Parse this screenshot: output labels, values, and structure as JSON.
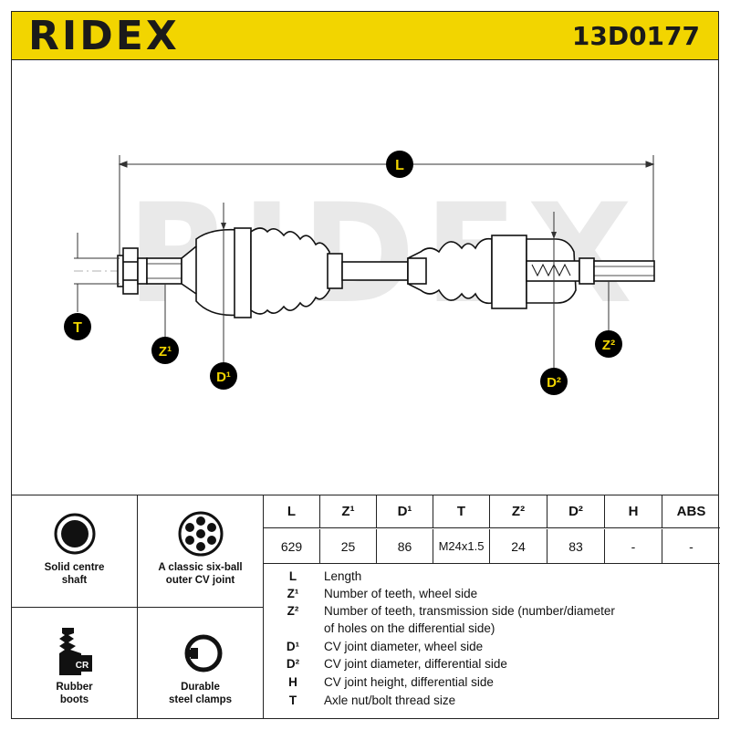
{
  "header": {
    "brand": "RIDEX",
    "part_number": "13D0177"
  },
  "diagram": {
    "watermark": "RIDEX",
    "callouts": {
      "L": "L",
      "T": "T",
      "Z1": "Z¹",
      "D1": "D¹",
      "D2": "D²",
      "Z2": "Z²"
    },
    "colors": {
      "callout_fill": "#000000",
      "callout_text": "#f2d500",
      "header_bg": "#f2d500",
      "line": "#111111"
    }
  },
  "features": [
    {
      "icon": "solid-circle-icon",
      "line1": "Solid centre",
      "line2": "shaft"
    },
    {
      "icon": "six-ball-joint-icon",
      "line1": "A classic six-ball",
      "line2": "outer CV joint"
    },
    {
      "icon": "rubber-boot-icon",
      "line1": "Rubber",
      "line2": "boots",
      "icon_text": "CR"
    },
    {
      "icon": "steel-clamp-icon",
      "line1": "Durable",
      "line2": "steel clamps"
    }
  ],
  "spec_table": {
    "headers": [
      "L",
      "Z¹",
      "D¹",
      "T",
      "Z²",
      "D²",
      "H",
      "ABS"
    ],
    "values": [
      "629",
      "25",
      "86",
      "M24x1.5",
      "24",
      "83",
      "-",
      "-"
    ]
  },
  "legend": [
    {
      "symbol": "L",
      "text": "Length"
    },
    {
      "symbol": "Z¹",
      "text": "Number of teeth, wheel side"
    },
    {
      "symbol": "Z²",
      "text": "Number of teeth, transmission side (number/diameter"
    },
    {
      "symbol": "",
      "text": "of holes on the differential side)"
    },
    {
      "symbol": "D¹",
      "text": "CV joint diameter, wheel side"
    },
    {
      "symbol": "D²",
      "text": "CV joint diameter, differential side"
    },
    {
      "symbol": "H",
      "text": "CV joint height, differential side"
    },
    {
      "symbol": "T",
      "text": "Axle nut/bolt thread size"
    }
  ]
}
